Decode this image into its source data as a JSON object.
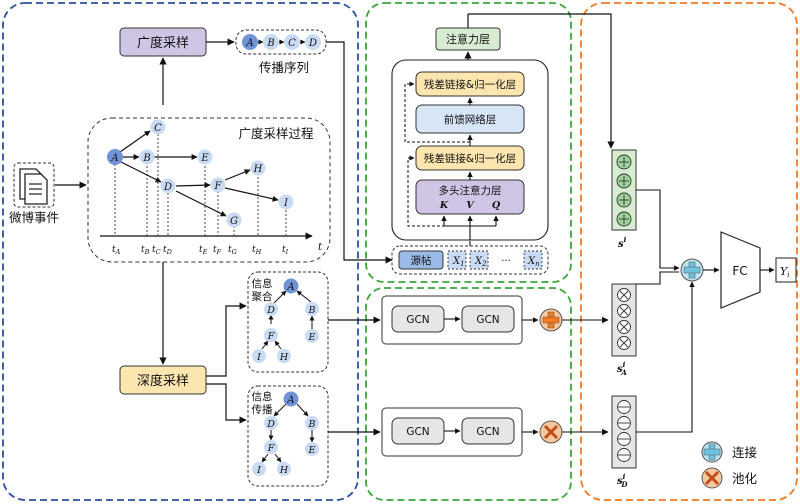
{
  "labels": {
    "weibo_event": "微博事件",
    "breadth_sampling": "广度采样",
    "depth_sampling": "深度采样",
    "propagation_sequence": "传播序列",
    "breadth_process": "广度采样过程",
    "info_aggregation_1": "信息",
    "info_aggregation_2": "聚合",
    "info_propagation_1": "信息",
    "info_propagation_2": "传播",
    "attention_layer": "注意力层",
    "residual_norm_top": "残差链接&归一化层",
    "feed_forward": "前馈网络层",
    "residual_norm_bottom": "残差链接&归一化层",
    "multi_head_attention": "多头注意力层",
    "k": "K",
    "v": "V",
    "q": "Q",
    "source_post": "源帖",
    "x1": "X",
    "x1_sub": "1",
    "x2": "X",
    "x2_sub": "2",
    "ellipsis": "···",
    "xn": "X",
    "xn_sub": "n",
    "gcn": "GCN",
    "fc": "FC",
    "output_y": "Y",
    "output_sub": "i",
    "s_i": "s",
    "s_i_sup": "i",
    "s_a": "s",
    "s_a_sup": "i",
    "s_a_sub": "A",
    "s_d": "s",
    "s_d_sup": "i",
    "s_d_sub": "D",
    "legend_concat": "连接",
    "legend_pool": "池化",
    "axis_t": "t"
  },
  "sequence_nodes": [
    "A",
    "B",
    "C",
    "D"
  ],
  "time_ticks": [
    {
      "base": "t",
      "sub": "A"
    },
    {
      "base": "t",
      "sub": "B"
    },
    {
      "base": "t",
      "sub": "C"
    },
    {
      "base": "t",
      "sub": "D"
    },
    {
      "base": "t",
      "sub": "E"
    },
    {
      "base": "t",
      "sub": "F"
    },
    {
      "base": "t",
      "sub": "G"
    },
    {
      "base": "t",
      "sub": "H"
    },
    {
      "base": "t",
      "sub": "I"
    }
  ],
  "graph_nodes": [
    "A",
    "B",
    "C",
    "D",
    "E",
    "F",
    "G",
    "H",
    "I"
  ],
  "colors": {
    "blue_border": "#2b4f9e",
    "green_border": "#3aa63a",
    "orange_border": "#f07a22",
    "purple_fill": "#cfc6e6",
    "yellow_fill": "#fbe6b0",
    "lightblue_fill": "#d6e6f7",
    "green_fill": "#d8ecd3",
    "node_fill": "#c9dbf3",
    "node_dark": "#6f93d6"
  }
}
